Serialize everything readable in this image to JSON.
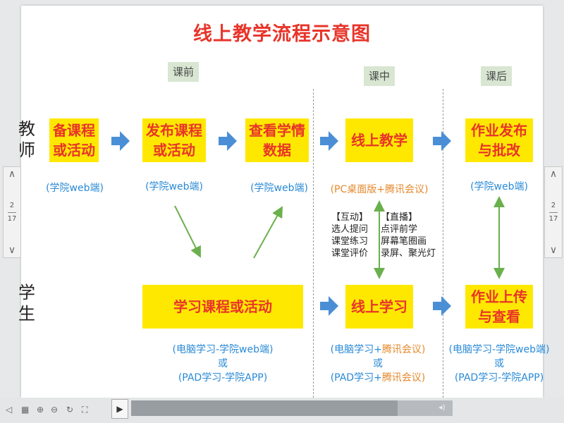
{
  "slide": {
    "title": "线上教学流程示意图",
    "phases": [
      "课前",
      "课中",
      "课后"
    ],
    "roles": {
      "teacher": "教\n师",
      "student": "学\n生"
    },
    "teacher_boxes": [
      "备课程\n或活动",
      "发布课程\n或活动",
      "查看学情\n数据",
      "线上教学",
      "作业发布\n与批改"
    ],
    "teacher_labels": [
      "(学院web端)",
      "(学院web端)",
      "(学院web端)",
      "(PC桌面版+腾讯会议)",
      "(学院web端)"
    ],
    "interaction": {
      "left": "【互动】\n选人提问\n课堂练习\n课堂评价",
      "right": "【直播】\n点评前学\n屏幕笔圈画\n录屏、聚光灯"
    },
    "student_boxes": [
      "学习课程或活动",
      "线上学习",
      "作业上传\n与查看"
    ],
    "student_labels": {
      "before": {
        "line1": "(电脑学习-学院web端)",
        "or": "或",
        "line2": "(PAD学习-学院APP)"
      },
      "during": {
        "line1a": "(电脑学习+",
        "line1b": "腾讯会议)",
        "or": "或",
        "line2a": "(PAD学习+",
        "line2b": "腾讯会议)"
      },
      "after": {
        "line1": "(电脑学习-学院web端)",
        "or": "或",
        "line2": "(PAD学习-学院APP)"
      }
    }
  },
  "pager": {
    "current": "2",
    "total": "17",
    "up_icon": "chevron-up-icon",
    "down_icon": "chevron-down-icon"
  },
  "player": {
    "progress": 0.83,
    "play_icon": "play-icon",
    "volume_icon": "speaker-icon"
  },
  "colors": {
    "title": "#e8342a",
    "box": "#ffe800",
    "box_text": "#e8342a",
    "arrow": "#4a8fd6",
    "label_blue": "#2a8ad6",
    "label_orange": "#e58a2e",
    "green_arrow": "#6ab04c",
    "phase_bg": "#d8e6d2"
  }
}
